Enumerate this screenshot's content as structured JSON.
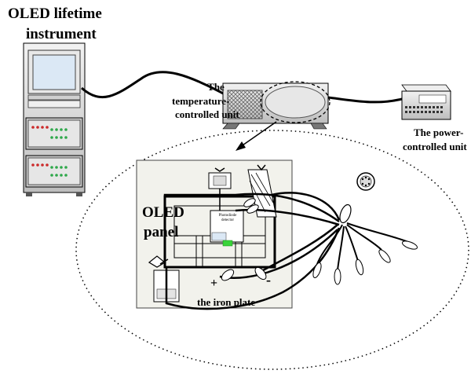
{
  "labels": {
    "instrument_line1": "OLED lifetime",
    "instrument_line2": "instrument",
    "temp_unit_line1": "The",
    "temp_unit_line2": "temperature-",
    "temp_unit_line3": "controlled unit",
    "power_unit_line1": "The power-",
    "power_unit_line2": "controlled unit",
    "panel_line1": "OLED",
    "panel_line2": "panel",
    "iron_plate": "the iron plate",
    "plus": "+",
    "minus": "-",
    "sensor_text": "Photodiode detector"
  },
  "colors": {
    "line": "#000000",
    "plate": "#f2f2ec",
    "device_gray": "#d9d9d9",
    "screen": "#dbe8f5",
    "led_red": "#cc2a2a",
    "led_green": "#2ea84a",
    "highlight_green": "#39d339"
  }
}
